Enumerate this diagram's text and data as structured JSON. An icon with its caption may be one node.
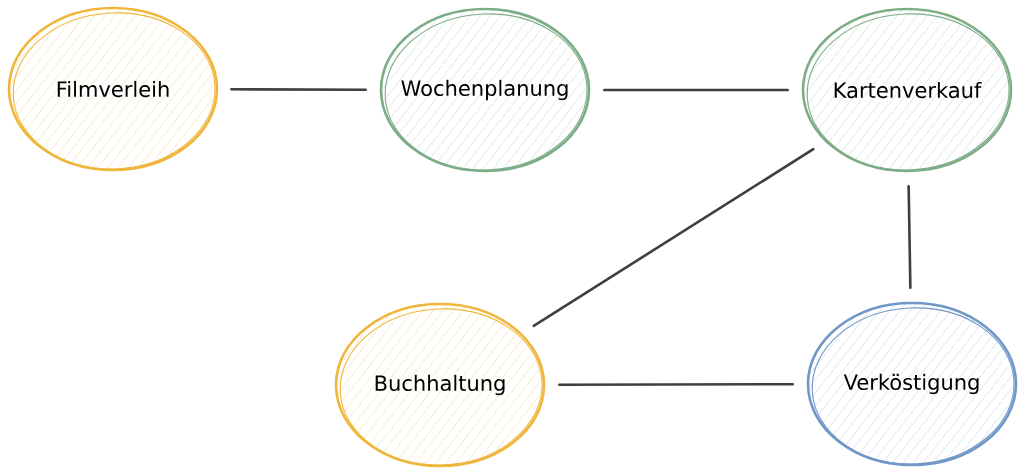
{
  "diagram": {
    "nodes": [
      {
        "text": [
          "Filmverleih"
        ]
      },
      {
        "text": [
          "Wochenplanung"
        ]
      },
      {
        "text": [
          "Kartenverkauf"
        ]
      },
      {
        "text": [
          "Buchhaltung"
        ]
      },
      {
        "text": [
          "Verköstigung"
        ]
      }
    ],
    "edges": [
      {
        "from": 0,
        "to": 1,
        "arrow": "none"
      },
      {
        "from": 1,
        "to": 2,
        "arrow": "none"
      },
      {
        "from": 2,
        "to": 3,
        "arrow": "none"
      },
      {
        "from": 2,
        "to": 4,
        "arrow": "none"
      },
      {
        "from": 3,
        "to": 4,
        "arrow": "none"
      }
    ]
  }
}
